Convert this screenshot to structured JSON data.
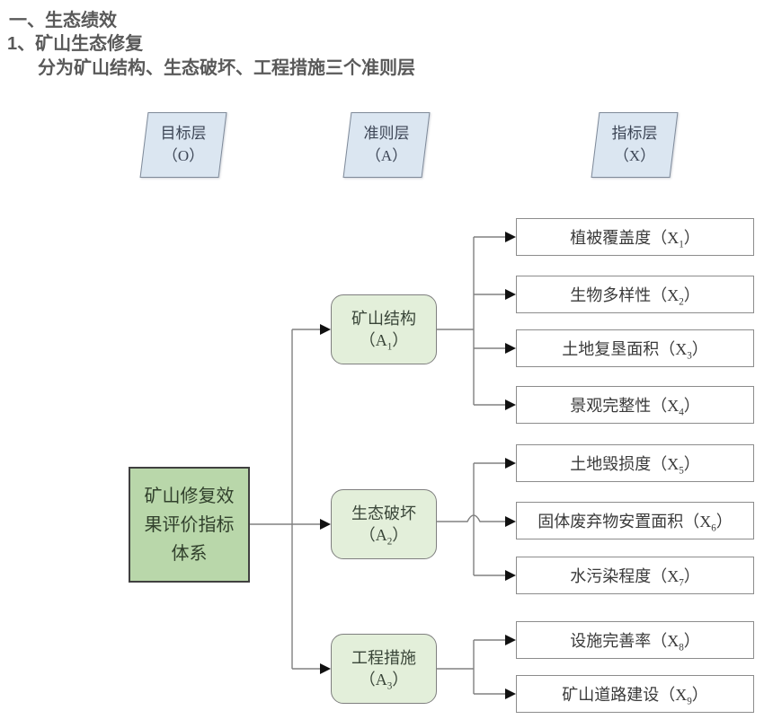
{
  "heading": {
    "line1": "一、生态绩效",
    "line2": "1、矿山生态修复",
    "line3": "分为矿山结构、生态破坏、工程措施三个准则层"
  },
  "colors": {
    "heading_text": "#595959",
    "layer_fill": "#dbe6f1",
    "layer_border": "#7f8a99",
    "goal_fill": "#b9d7aa",
    "goal_border": "#404040",
    "criteria_fill": "#e3efda",
    "criteria_border": "#7f7f7f",
    "indicator_fill": "#ffffff",
    "indicator_border": "#8c8c8c",
    "connector_line": "#808080",
    "arrowhead": "#111111"
  },
  "diagram": {
    "layers": [
      {
        "title": "目标层",
        "symbol": "（O）"
      },
      {
        "title": "准则层",
        "symbol": "（A）"
      },
      {
        "title": "指标层",
        "symbol": "（X）"
      }
    ],
    "goal": {
      "line1": "矿山修复效",
      "line2": "果评价指标",
      "line3": "体系"
    },
    "criteria": [
      {
        "label": "矿山结构",
        "pre": "（A",
        "sub": "1",
        "suf": "）"
      },
      {
        "label": "生态破坏",
        "pre": "（A",
        "sub": "2",
        "suf": "）"
      },
      {
        "label": "工程措施",
        "pre": "（A",
        "sub": "3",
        "suf": "）"
      }
    ],
    "indicators": [
      {
        "pre": "植被覆盖度（X",
        "sub": "1",
        "suf": "）"
      },
      {
        "pre": "生物多样性（X",
        "sub": "2",
        "suf": "）"
      },
      {
        "pre": "土地复垦面积（X",
        "sub": "3",
        "suf": "）"
      },
      {
        "pre": "景观完整性（X",
        "sub": "4",
        "suf": "）"
      },
      {
        "pre": "土地毁损度（X",
        "sub": "5",
        "suf": "）"
      },
      {
        "pre": "固体废弃物安置面积（X",
        "sub": "6",
        "suf": "）"
      },
      {
        "pre": "水污染程度（X",
        "sub": "7",
        "suf": "）"
      },
      {
        "pre": "设施完善率（X",
        "sub": "8",
        "suf": "）"
      },
      {
        "pre": "矿山道路建设（X",
        "sub": "9",
        "suf": "）"
      }
    ]
  }
}
